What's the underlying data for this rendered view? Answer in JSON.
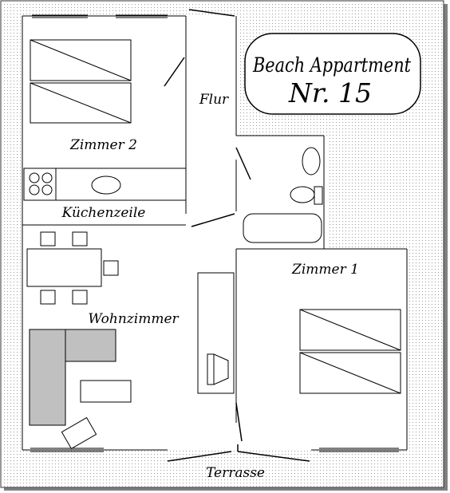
{
  "title": {
    "line1": "Beach Appartment",
    "line2": "Nr. 15"
  },
  "rooms": {
    "zimmer2": "Zimmer 2",
    "flur": "Flur",
    "kuechenzeile": "Küchenzeile",
    "wohnzimmer": "Wohnzimmer",
    "zimmer1": "Zimmer 1",
    "terrasse": "Terrasse"
  },
  "colors": {
    "background": "#ffffff",
    "dots": "#9a9a9a",
    "line": "#000000",
    "sofa": "#c0c0c0",
    "shadow": "#808080"
  }
}
